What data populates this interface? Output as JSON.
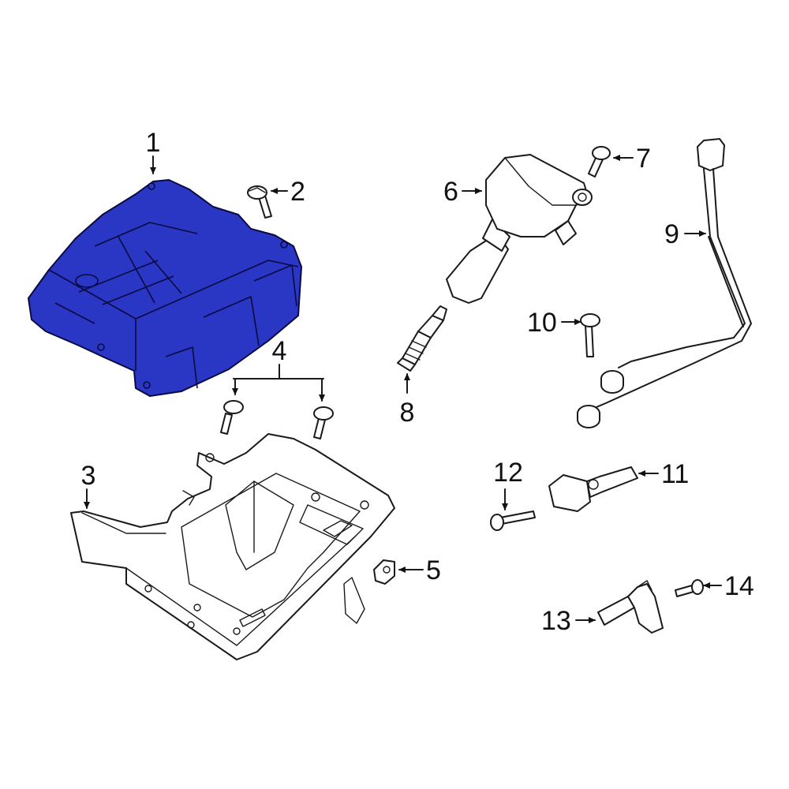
{
  "diagram": {
    "highlight_color": "#2a36c4",
    "callouts": [
      {
        "id": "1",
        "label": "1"
      },
      {
        "id": "2",
        "label": "2"
      },
      {
        "id": "3",
        "label": "3"
      },
      {
        "id": "4",
        "label": "4"
      },
      {
        "id": "5",
        "label": "5"
      },
      {
        "id": "6",
        "label": "6"
      },
      {
        "id": "7",
        "label": "7"
      },
      {
        "id": "8",
        "label": "8"
      },
      {
        "id": "9",
        "label": "9"
      },
      {
        "id": "10",
        "label": "10"
      },
      {
        "id": "11",
        "label": "11"
      },
      {
        "id": "12",
        "label": "12"
      },
      {
        "id": "13",
        "label": "13"
      },
      {
        "id": "14",
        "label": "14"
      }
    ]
  }
}
